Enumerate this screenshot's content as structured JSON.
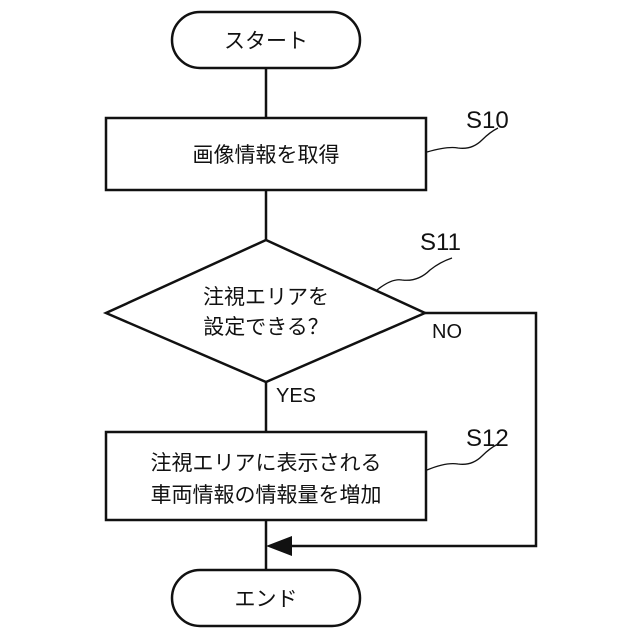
{
  "nodes": {
    "start": {
      "text": "スタート"
    },
    "s10": {
      "text": "画像情報を取得",
      "step": "S10"
    },
    "s11": {
      "line1": "注視エリアを",
      "line2": "設定できる？",
      "step": "S11",
      "yes": "YES",
      "no": "NO"
    },
    "s12": {
      "line1": "注視エリアに表示される",
      "line2": "車両情報の情報量を増加",
      "step": "S12"
    },
    "end": {
      "text": "エンド"
    }
  }
}
